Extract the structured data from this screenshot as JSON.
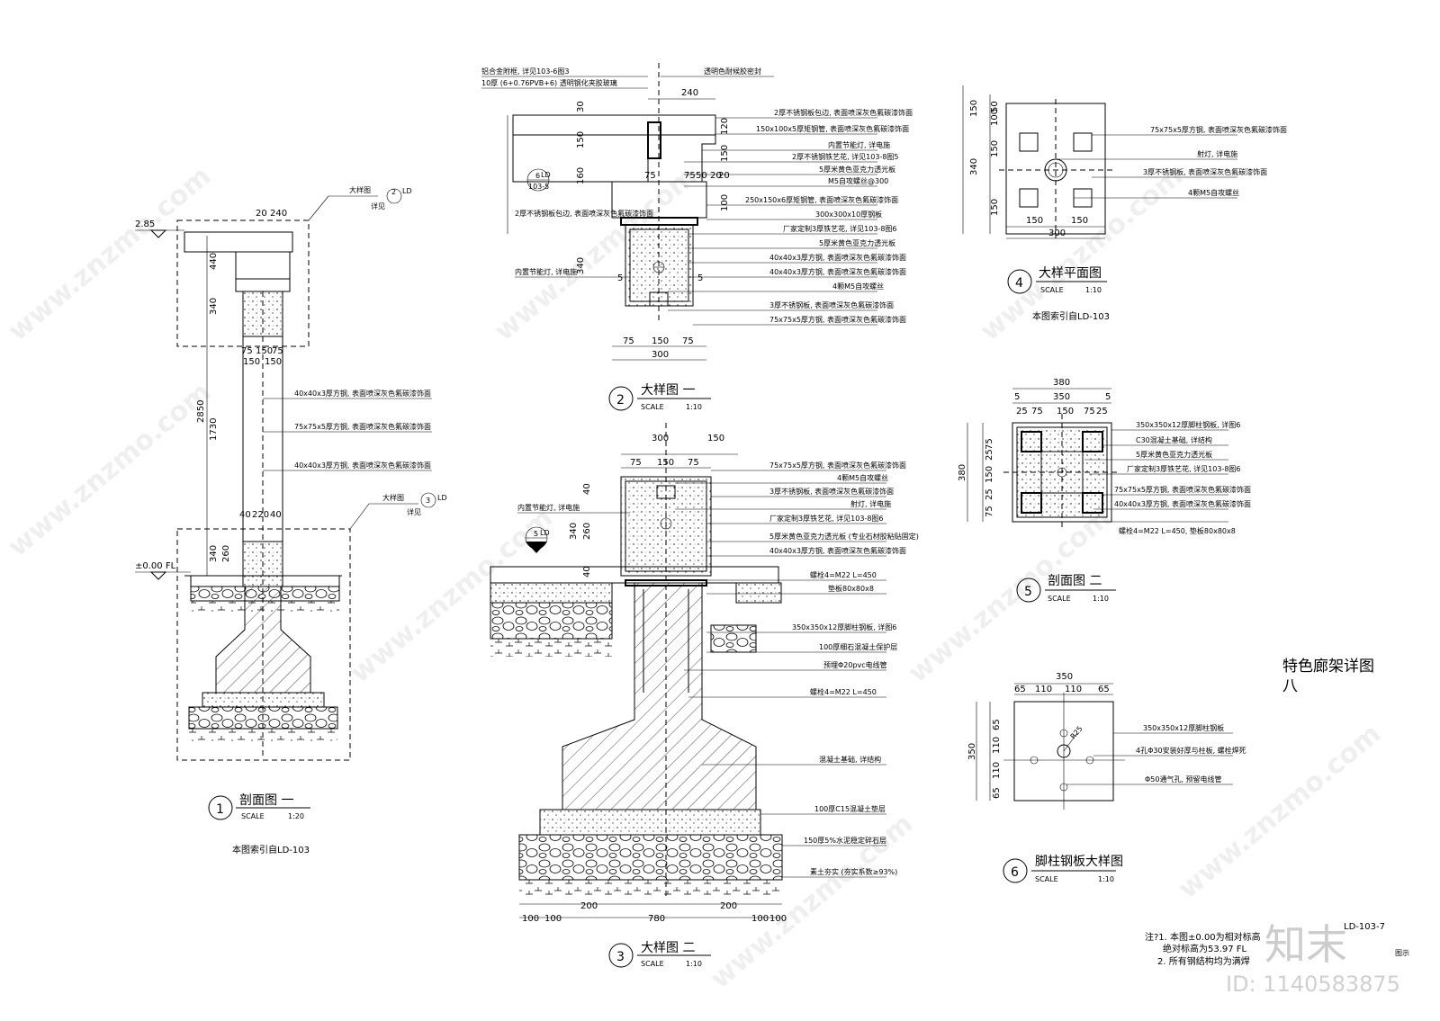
{
  "sheet": {
    "title_line1": "特色廊架详图",
    "title_line2": "八",
    "drawing_no": "LD-103-7",
    "drawing_no_label": "图示",
    "id_text": "ID: 1140583875",
    "logo_text": "知末",
    "notes": [
      "注?1. 本图±0.00为相对标高",
      "绝对标高为53.97 FL",
      "2. 所有钢结构均为满焊"
    ]
  },
  "details": {
    "d1": {
      "num": "1",
      "name": "剖面图 一",
      "scale_label": "SCALE",
      "scale": "1:20",
      "ref": "本图索引自LD-103"
    },
    "d2": {
      "num": "2",
      "name": "大样图 一",
      "scale_label": "SCALE",
      "scale": "1:10"
    },
    "d3": {
      "num": "3",
      "name": "大样图 二",
      "scale_label": "SCALE",
      "scale": "1:10"
    },
    "d4": {
      "num": "4",
      "name": "大样平面图",
      "scale_label": "SCALE",
      "scale": "1:10",
      "ref": "本图索引自LD-103"
    },
    "d5": {
      "num": "5",
      "name": "剖面图 二",
      "scale_label": "SCALE",
      "scale": "1:10"
    },
    "d6": {
      "num": "6",
      "name": "脚柱钢板大样图",
      "scale_label": "SCALE",
      "scale": "1:10"
    }
  },
  "d1_labels": {
    "elev_top": "2.85",
    "elev_zero": "±0.00 FL",
    "callout_top": "大样图",
    "callout_top_num": "2",
    "callout_top_sub": "LD",
    "callout_top_note": "详见",
    "callout_bot": "大样图",
    "callout_bot_num": "3",
    "callout_bot_sub": "LD",
    "callout_bot_note": "详见",
    "leaders": [
      "40x40x3厚方钢, 表面喷深灰色氟碳漆饰面",
      "75x75x5厚方钢, 表面喷深灰色氟碳漆饰面",
      "40x40x3厚方钢, 表面喷深灰色氟碳漆饰面"
    ],
    "dims": [
      "20",
      "240",
      "440",
      "340",
      "2850",
      "1730",
      "340",
      "260",
      "75",
      "150",
      "75",
      "150",
      "150",
      "40",
      "220",
      "40"
    ]
  },
  "d2_labels": {
    "top_left": [
      "铝合金附框, 详见103-6图3",
      "10厚 (6+0.76PVB+6) 透明钢化夹胶玻璃"
    ],
    "top_right": "透明色耐候胶密封",
    "left_notes": [
      "2厚不锈钢板包边, 表面喷深灰色氟碳漆饰面",
      "内置节能灯, 详电施"
    ],
    "section_tag": "6",
    "section_tag_sub": "LD",
    "section_tag_ref": "103-5",
    "leaders": [
      "2厚不锈钢板包边, 表面喷深灰色氟碳漆饰面",
      "150x100x5厚矩钢管, 表面喷深灰色氟碳漆饰面",
      "内置节能灯, 详电施",
      "2厚不锈钢铁艺花, 详见103-8图5",
      "5厚米黄色亚克力透光板",
      "M5自攻螺丝@300",
      "250x150x6厚矩钢管, 表面喷深灰色氟碳漆饰面",
      "300x300x10厚钢板",
      "厂家定制3厚铁艺花, 详见103-8图6",
      "5厚米黄色亚克力透光板",
      "40x40x3厚方钢, 表面喷深灰色氟碳漆饰面",
      "40x40x3厚方钢, 表面喷深灰色氟碳漆饰面",
      "4颗M5自攻螺丝",
      "3厚不锈钢板, 表面喷深灰色氟碳漆饰面",
      "75x75x5厚方钢, 表面喷深灰色氟碳漆饰面"
    ],
    "dims_top": [
      "240",
      "30",
      "150",
      "75",
      "75",
      "50",
      "20",
      "20",
      "120",
      "150",
      "100",
      "160",
      "30",
      "340",
      "5",
      "5"
    ],
    "dims_bottom": [
      "75",
      "150",
      "75",
      "300"
    ]
  },
  "d3_labels": {
    "left_note": "内置节能灯, 详电施",
    "section_tag": "5",
    "section_tag_sub": "LD",
    "leaders": [
      "75x75x5厚方钢, 表面喷深灰色氟碳漆饰面",
      "4颗M5自攻螺丝",
      "3厚不锈钢板, 表面喷深灰色氟碳漆饰面",
      "射灯, 详电施",
      "厂家定制3厚铁艺花, 详见103-8图6",
      "5厚米黄色亚克力透光板 (专业石材胶粘贴固定)",
      "40x40x3厚方钢, 表面喷深灰色氟碳漆饰面",
      "螺栓4=M22 L=450",
      "垫板80x80x8",
      "350x350x12厚脚柱钢板, 详图6",
      "100厚细石混凝土保护层",
      "预埋Φ20pvc电线管",
      "螺栓4=M22 L=450",
      "混凝土基础, 详结构",
      "100厚C15混凝土垫层",
      "150厚5%水泥稳定碎石层",
      "素土夯实 (夯实系数≥93%)"
    ],
    "dims_top": [
      "300",
      "150",
      "75",
      "150",
      "75"
    ],
    "dims_side": [
      "40",
      "340",
      "260",
      "40"
    ],
    "dims_bottom": [
      "100",
      "100",
      "200",
      "780",
      "200",
      "100",
      "100"
    ]
  },
  "d4_labels": {
    "leaders": [
      "75x75x5厚方钢, 表面喷深灰色氟碳漆饰面",
      "射灯, 详电施",
      "3厚不锈钢板, 表面喷深灰色氟碳漆饰面",
      "4颗M5自攻螺丝"
    ],
    "dims": [
      "150",
      "50",
      "100",
      "150",
      "340",
      "150",
      "150",
      "150",
      "300"
    ]
  },
  "d5_labels": {
    "leaders": [
      "350x350x12厚脚柱钢板, 详图6",
      "C30混凝土基础, 详结构",
      "5厚米黄色亚克力透光板",
      "厂家定制3厚铁艺花, 详见103-8图6",
      "75x75x5厚方钢, 表面喷深灰色氟碳漆饰面",
      "40x40x3厚方钢, 表面喷深灰色氟碳漆饰面",
      "螺栓4=M22 L=450, 垫板80x80x8"
    ],
    "dims_top": [
      "380",
      "350",
      "5",
      "25",
      "75",
      "150",
      "75",
      "25",
      "5"
    ],
    "dims_side": [
      "380",
      "75",
      "25",
      "150",
      "25",
      "75"
    ]
  },
  "d6_labels": {
    "leaders": [
      "350x350x12厚脚柱钢板",
      "4孔Φ30安装好厚与柱板, 螺栓焊死",
      "Φ50通气孔, 预留电线管"
    ],
    "radius": "R25",
    "dims_top": [
      "350",
      "65",
      "110",
      "110",
      "65"
    ],
    "dims_side": [
      "350",
      "65",
      "110",
      "110",
      "65"
    ]
  },
  "watermark": "www.znzmo.com"
}
